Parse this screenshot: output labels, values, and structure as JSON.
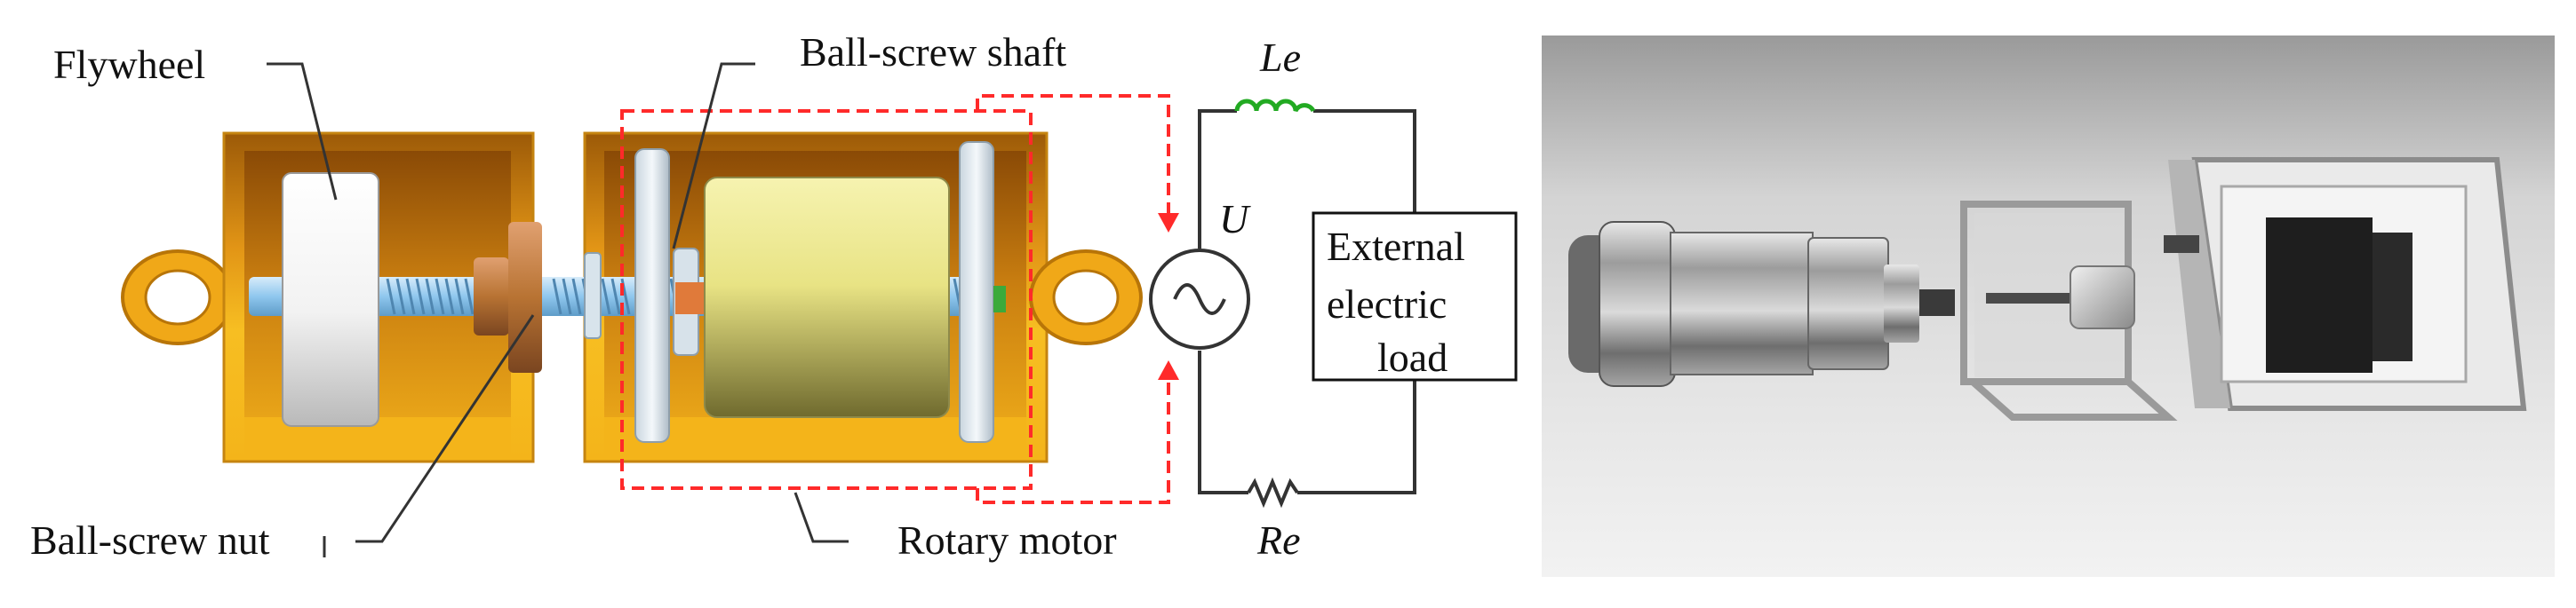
{
  "diagram": {
    "labels": {
      "flywheel": "Flywheel",
      "ball_screw_shaft": "Ball-screw shaft",
      "ball_screw_nut": "Ball-screw nut",
      "rotary_motor": "Rotary motor",
      "inductance": "Le",
      "resistance": "Re",
      "source": "U",
      "load_line1": "External",
      "load_line2": "electric",
      "load_line3": "load"
    },
    "colors": {
      "housing": "#F4B41A",
      "housing_shadow": "#B86E08",
      "motor_box": "#FF2A2A",
      "inductor": "#22AA22",
      "nut": "#B87333",
      "shaft": "#8FC7EE",
      "rotor": "#EDE88A",
      "wire": "#333333"
    },
    "icons": [
      "flywheel-disc",
      "ball-screw-thread",
      "ac-source-icon",
      "resistor-icon",
      "inductor-icon"
    ]
  }
}
